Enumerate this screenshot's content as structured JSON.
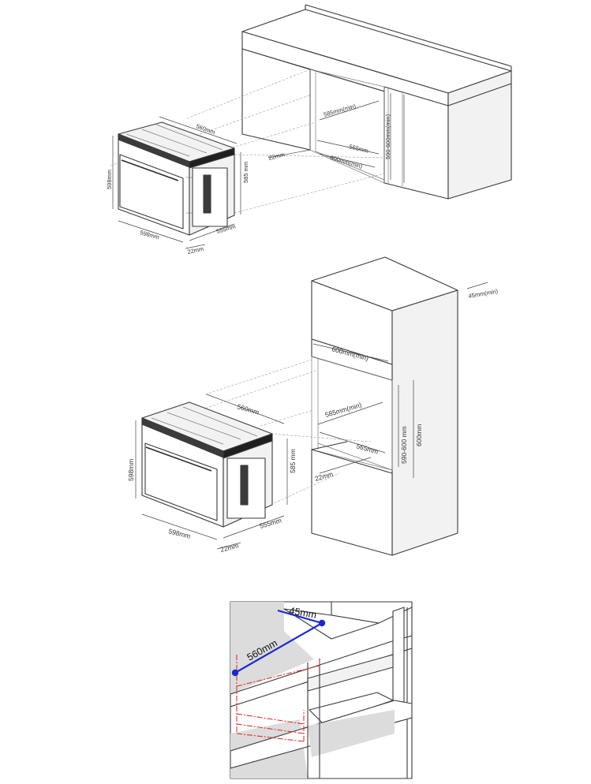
{
  "diagram1": {
    "labels": {
      "cab_depth": "560mm",
      "niche_depth": "585mm(min)",
      "niche_height": "590-600mm(min)",
      "niche_inner": "565mm",
      "niche_width": "600mm(min)",
      "gap": "22mm",
      "oven_height": "598mm",
      "oven_width": "598mm",
      "oven_body_height": "585 mm",
      "oven_depth": "555mm",
      "fascia": "22mm"
    }
  },
  "diagram2": {
    "labels": {
      "top_gap": "45mm(min)",
      "cab_width": "600mm(min)",
      "cab_depth": "560mm",
      "niche_depth": "585mm(min)",
      "niche_height": "590-600 mm",
      "niche_height_b": "600mm",
      "niche_inner": "565mm",
      "gap": "22mm",
      "oven_height": "598mm",
      "oven_width": "598mm",
      "oven_body_height": "585 mm",
      "oven_depth": "555mm",
      "fascia": "22mm"
    }
  },
  "diagram3": {
    "labels": {
      "vent_gap": "45mm",
      "depth": "560mm"
    },
    "colors": {
      "ventilation_line": "#1a2ad0",
      "cutout_outline": "#e53030"
    }
  }
}
